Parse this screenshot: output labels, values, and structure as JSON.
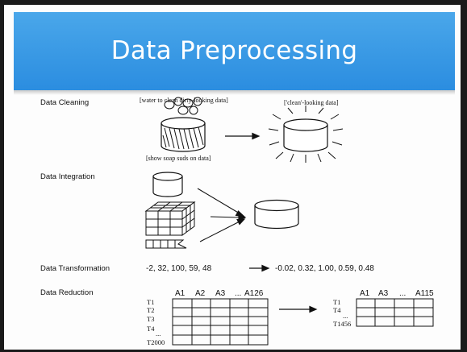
{
  "slide": {
    "title": "Data Preprocessing"
  },
  "cleaning": {
    "label": "Data Cleaning",
    "note_top": "[water to clean dirty-looking data]",
    "note_bottom": "[show soap suds on data]",
    "note_clean": "['clean'-looking data]"
  },
  "integration": {
    "label": "Data Integration"
  },
  "transformation": {
    "label": "Data Transformation",
    "input": "-2, 32, 100, 59, 48",
    "output": "-0.02, 0.32, 1.00, 0.59, 0.48"
  },
  "reduction": {
    "label": "Data Reduction",
    "left_cols": [
      "A1",
      "A2",
      "A3",
      "...",
      "A126"
    ],
    "left_rows": [
      "T1",
      "T2",
      "T3",
      "T4",
      "...",
      "T2000"
    ],
    "right_cols": [
      "A1",
      "A3",
      "...",
      "A115"
    ],
    "right_rows": [
      "T1",
      "T4",
      "...",
      "T1456"
    ]
  }
}
